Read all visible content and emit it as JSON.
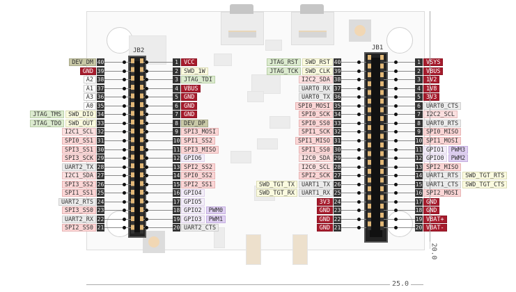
{
  "connectors": {
    "jb2": {
      "name": "JB2",
      "left_column": [
        {
          "pin": "40",
          "labels": [
            {
              "text": "DEV_DM",
              "kind": "dev"
            }
          ]
        },
        {
          "pin": "39",
          "labels": [
            {
              "text": "GND",
              "kind": "power"
            }
          ]
        },
        {
          "pin": "38",
          "labels": [
            {
              "text": "A2",
              "kind": "analog"
            }
          ]
        },
        {
          "pin": "37",
          "labels": [
            {
              "text": "A1",
              "kind": "analog"
            }
          ]
        },
        {
          "pin": "36",
          "labels": [
            {
              "text": "A3",
              "kind": "analog"
            }
          ]
        },
        {
          "pin": "35",
          "labels": [
            {
              "text": "A0",
              "kind": "analog"
            }
          ]
        },
        {
          "pin": "34",
          "labels": [
            {
              "text": "JTAG_TMS",
              "kind": "jtag"
            },
            {
              "text": "SWD_DIO",
              "kind": "swd"
            }
          ]
        },
        {
          "pin": "33",
          "labels": [
            {
              "text": "JTAG_TDO",
              "kind": "jtag"
            },
            {
              "text": "SWD_OUT",
              "kind": "swd"
            }
          ]
        },
        {
          "pin": "32",
          "labels": [
            {
              "text": "I2C1_SCL",
              "kind": "i2c"
            }
          ]
        },
        {
          "pin": "31",
          "labels": [
            {
              "text": "SPI0_SS1",
              "kind": "spi"
            }
          ]
        },
        {
          "pin": "30",
          "labels": [
            {
              "text": "SPI3_SS1",
              "kind": "spi"
            }
          ]
        },
        {
          "pin": "29",
          "labels": [
            {
              "text": "SPI3_SCK",
              "kind": "spi"
            }
          ]
        },
        {
          "pin": "28",
          "labels": [
            {
              "text": "UART2_TX",
              "kind": "uart"
            }
          ]
        },
        {
          "pin": "27",
          "labels": [
            {
              "text": "I2C1_SDA",
              "kind": "i2c"
            }
          ]
        },
        {
          "pin": "26",
          "labels": [
            {
              "text": "SPI3_SS2",
              "kind": "spi"
            }
          ]
        },
        {
          "pin": "25",
          "labels": [
            {
              "text": "SPI1_SS1",
              "kind": "spi"
            }
          ]
        },
        {
          "pin": "24",
          "labels": [
            {
              "text": "UART2_RTS",
              "kind": "uart"
            }
          ]
        },
        {
          "pin": "23",
          "labels": [
            {
              "text": "SPI3_SS0",
              "kind": "spi"
            }
          ]
        },
        {
          "pin": "22",
          "labels": [
            {
              "text": "UART2_RX",
              "kind": "uart"
            }
          ]
        },
        {
          "pin": "21",
          "labels": [
            {
              "text": "SPI2_SS0",
              "kind": "spi"
            }
          ]
        }
      ],
      "right_column": [
        {
          "pin": "1",
          "labels": [
            {
              "text": "VCC",
              "kind": "power"
            }
          ]
        },
        {
          "pin": "2",
          "labels": [
            {
              "text": "SWD_1W",
              "kind": "swd"
            }
          ]
        },
        {
          "pin": "3",
          "labels": [
            {
              "text": "JTAG_TDI",
              "kind": "jtag"
            }
          ]
        },
        {
          "pin": "4",
          "labels": [
            {
              "text": "VBUS",
              "kind": "power"
            }
          ]
        },
        {
          "pin": "5",
          "labels": [
            {
              "text": "GND",
              "kind": "power"
            }
          ]
        },
        {
          "pin": "6",
          "labels": [
            {
              "text": "GND",
              "kind": "power"
            }
          ]
        },
        {
          "pin": "7",
          "labels": [
            {
              "text": "GND",
              "kind": "power"
            }
          ]
        },
        {
          "pin": "8",
          "labels": [
            {
              "text": "DEV_DP",
              "kind": "dev"
            }
          ]
        },
        {
          "pin": "9",
          "labels": [
            {
              "text": "SPI3_MOSI",
              "kind": "spi"
            }
          ]
        },
        {
          "pin": "10",
          "labels": [
            {
              "text": "SPI1_SS2",
              "kind": "spi"
            }
          ]
        },
        {
          "pin": "11",
          "labels": [
            {
              "text": "SPI3_MISO",
              "kind": "spi"
            }
          ]
        },
        {
          "pin": "12",
          "labels": [
            {
              "text": "GPIO6",
              "kind": "gpio"
            }
          ]
        },
        {
          "pin": "13",
          "labels": [
            {
              "text": "SPI2_SS2",
              "kind": "spi"
            }
          ]
        },
        {
          "pin": "14",
          "labels": [
            {
              "text": "SPI0_SS2",
              "kind": "spi"
            }
          ]
        },
        {
          "pin": "15",
          "labels": [
            {
              "text": "SPI2_SS1",
              "kind": "spi"
            }
          ]
        },
        {
          "pin": "16",
          "labels": [
            {
              "text": "GPIO4",
              "kind": "gpio"
            }
          ]
        },
        {
          "pin": "17",
          "labels": [
            {
              "text": "GPIO5",
              "kind": "gpio"
            }
          ]
        },
        {
          "pin": "18",
          "labels": [
            {
              "text": "GPIO2",
              "kind": "gpio"
            },
            {
              "text": "PWM0",
              "kind": "pwm"
            }
          ]
        },
        {
          "pin": "19",
          "labels": [
            {
              "text": "GPIO3",
              "kind": "gpio"
            },
            {
              "text": "PWM1",
              "kind": "pwm"
            }
          ]
        },
        {
          "pin": "20",
          "labels": [
            {
              "text": "UART2_CTS",
              "kind": "uart"
            }
          ]
        }
      ]
    },
    "jb1": {
      "name": "JB1",
      "left_column": [
        {
          "pin": "40",
          "labels": [
            {
              "text": "JTAG_RST",
              "kind": "jtag"
            },
            {
              "text": "SWD_RST",
              "kind": "swd"
            }
          ]
        },
        {
          "pin": "39",
          "labels": [
            {
              "text": "JTAG_TCK",
              "kind": "jtag"
            },
            {
              "text": "SWD_CLK",
              "kind": "swd"
            }
          ]
        },
        {
          "pin": "38",
          "labels": [
            {
              "text": "I2C2_SDA",
              "kind": "i2c"
            }
          ]
        },
        {
          "pin": "37",
          "labels": [
            {
              "text": "UART0_RX",
              "kind": "uart"
            }
          ]
        },
        {
          "pin": "36",
          "labels": [
            {
              "text": "UART0_TX",
              "kind": "uart"
            }
          ]
        },
        {
          "pin": "35",
          "labels": [
            {
              "text": "SPI0_MOSI",
              "kind": "spi"
            }
          ]
        },
        {
          "pin": "34",
          "labels": [
            {
              "text": "SPI0_SCK",
              "kind": "spi"
            }
          ]
        },
        {
          "pin": "33",
          "labels": [
            {
              "text": "SPI0_SS0",
              "kind": "spi"
            }
          ]
        },
        {
          "pin": "32",
          "labels": [
            {
              "text": "SPI1_SCK",
              "kind": "spi"
            }
          ]
        },
        {
          "pin": "31",
          "labels": [
            {
              "text": "SPI1_MISO",
              "kind": "spi"
            }
          ]
        },
        {
          "pin": "30",
          "labels": [
            {
              "text": "SPI1_SS0",
              "kind": "spi"
            }
          ]
        },
        {
          "pin": "29",
          "labels": [
            {
              "text": "I2C0_SDA",
              "kind": "i2c"
            }
          ]
        },
        {
          "pin": "28",
          "labels": [
            {
              "text": "I2C0_SCL",
              "kind": "i2c"
            }
          ]
        },
        {
          "pin": "27",
          "labels": [
            {
              "text": "SPI2_SCK",
              "kind": "spi"
            }
          ]
        },
        {
          "pin": "26",
          "labels": [
            {
              "text": "SWD_TGT_TX",
              "kind": "swd"
            },
            {
              "text": "UART1_TX",
              "kind": "uart"
            }
          ]
        },
        {
          "pin": "25",
          "labels": [
            {
              "text": "SWD_TGT_RX",
              "kind": "swd"
            },
            {
              "text": "UART1_RX",
              "kind": "uart"
            }
          ]
        },
        {
          "pin": "24",
          "labels": [
            {
              "text": "3V3",
              "kind": "power"
            }
          ]
        },
        {
          "pin": "23",
          "labels": [
            {
              "text": "GND",
              "kind": "power"
            }
          ]
        },
        {
          "pin": "22",
          "labels": [
            {
              "text": "GND",
              "kind": "power"
            }
          ]
        },
        {
          "pin": "21",
          "labels": [
            {
              "text": "GND",
              "kind": "power"
            }
          ]
        }
      ],
      "right_column": [
        {
          "pin": "1",
          "labels": [
            {
              "text": "VSYS",
              "kind": "power"
            }
          ]
        },
        {
          "pin": "2",
          "labels": [
            {
              "text": "VBUS",
              "kind": "power"
            }
          ]
        },
        {
          "pin": "3",
          "labels": [
            {
              "text": "1V2",
              "kind": "power"
            }
          ]
        },
        {
          "pin": "4",
          "labels": [
            {
              "text": "1V8",
              "kind": "power"
            }
          ]
        },
        {
          "pin": "5",
          "labels": [
            {
              "text": "3V3",
              "kind": "power"
            }
          ]
        },
        {
          "pin": "6",
          "labels": [
            {
              "text": "UART0_CTS",
              "kind": "uart"
            }
          ]
        },
        {
          "pin": "7",
          "labels": [
            {
              "text": "I2C2_SCL",
              "kind": "i2c"
            }
          ]
        },
        {
          "pin": "8",
          "labels": [
            {
              "text": "UART0_RTS",
              "kind": "uart"
            }
          ]
        },
        {
          "pin": "9",
          "labels": [
            {
              "text": "SPI0_MISO",
              "kind": "spi"
            }
          ]
        },
        {
          "pin": "10",
          "labels": [
            {
              "text": "SPI1_MOSI",
              "kind": "spi"
            }
          ]
        },
        {
          "pin": "11",
          "labels": [
            {
              "text": "GPIO1",
              "kind": "gpio"
            },
            {
              "text": "PWM3",
              "kind": "pwm"
            }
          ]
        },
        {
          "pin": "12",
          "labels": [
            {
              "text": "GPIO0",
              "kind": "gpio"
            },
            {
              "text": "PWM2",
              "kind": "pwm"
            }
          ]
        },
        {
          "pin": "13",
          "labels": [
            {
              "text": "SPI2_MISO",
              "kind": "spi"
            }
          ]
        },
        {
          "pin": "14",
          "labels": [
            {
              "text": "UART1_RTS",
              "kind": "uart"
            },
            {
              "text": "SWD_TGT_RTS",
              "kind": "swd"
            }
          ]
        },
        {
          "pin": "15",
          "labels": [
            {
              "text": "UART1_CTS",
              "kind": "uart"
            },
            {
              "text": "SWD_TGT_CTS",
              "kind": "swd"
            }
          ]
        },
        {
          "pin": "16",
          "labels": [
            {
              "text": "SPI2_MOSI",
              "kind": "spi"
            }
          ]
        },
        {
          "pin": "17",
          "labels": [
            {
              "text": "GND",
              "kind": "power"
            }
          ]
        },
        {
          "pin": "18",
          "labels": [
            {
              "text": "GND",
              "kind": "power"
            }
          ]
        },
        {
          "pin": "19",
          "labels": [
            {
              "text": "VBAT+",
              "kind": "power"
            }
          ]
        },
        {
          "pin": "20",
          "labels": [
            {
              "text": "VBAT-",
              "kind": "power"
            }
          ]
        }
      ]
    }
  },
  "dimensions": {
    "width": "25.0",
    "height": "20.0"
  },
  "colors": {
    "power": "#a61b2c",
    "spi": "#fbd6d6",
    "uart": "#ececec",
    "swd": "#fbfbe0",
    "jtag": "#dcebcf",
    "dev": "#c8c8a6",
    "gpio": "#f3eef8",
    "pwm": "#e0d1f3"
  }
}
